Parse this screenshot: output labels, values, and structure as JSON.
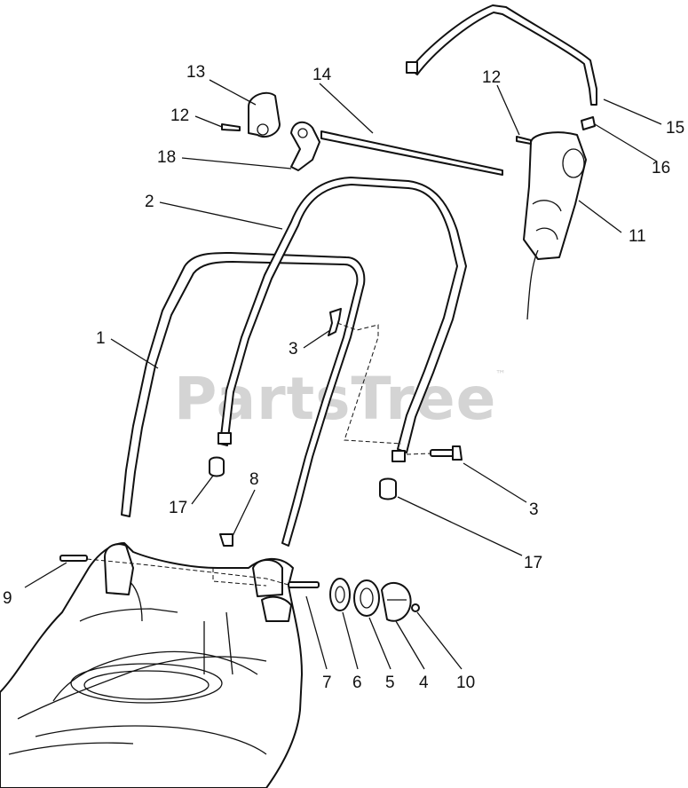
{
  "watermark": {
    "text": "PartsTree",
    "trademark": "™"
  },
  "callouts": [
    {
      "id": "c13",
      "label": "13"
    },
    {
      "id": "c14",
      "label": "14"
    },
    {
      "id": "c12a",
      "label": "12"
    },
    {
      "id": "c12b",
      "label": "12"
    },
    {
      "id": "c18",
      "label": "18"
    },
    {
      "id": "c15",
      "label": "15"
    },
    {
      "id": "c16",
      "label": "16"
    },
    {
      "id": "c2",
      "label": "2"
    },
    {
      "id": "c11",
      "label": "11"
    },
    {
      "id": "c1",
      "label": "1"
    },
    {
      "id": "c3a",
      "label": "3"
    },
    {
      "id": "c3b",
      "label": "3"
    },
    {
      "id": "c8",
      "label": "8"
    },
    {
      "id": "c17a",
      "label": "17"
    },
    {
      "id": "c17b",
      "label": "17"
    },
    {
      "id": "c9",
      "label": "9"
    },
    {
      "id": "c7",
      "label": "7"
    },
    {
      "id": "c6",
      "label": "6"
    },
    {
      "id": "c5",
      "label": "5"
    },
    {
      "id": "c4",
      "label": "4"
    },
    {
      "id": "c10",
      "label": "10"
    }
  ]
}
